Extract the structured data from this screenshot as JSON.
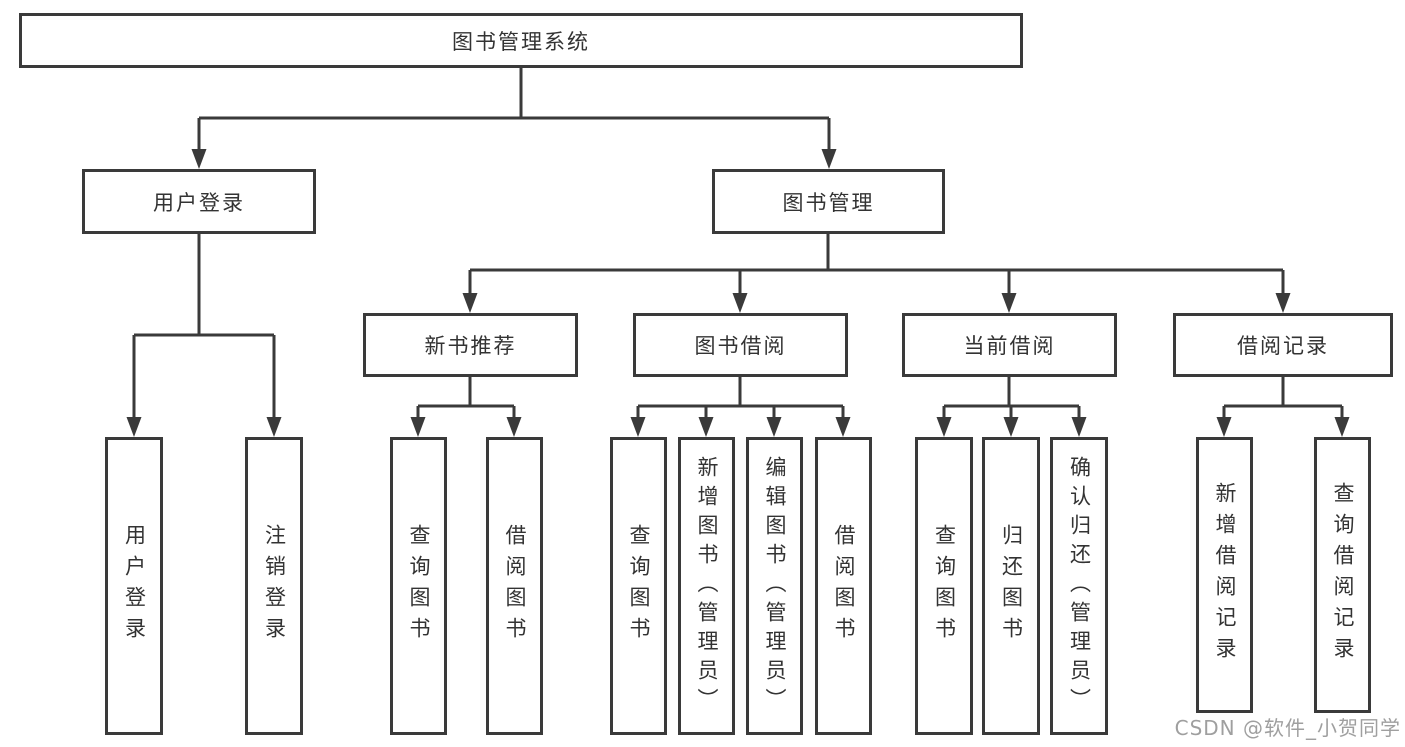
{
  "tree": {
    "root": {
      "label": "图书管理系统",
      "children": [
        {
          "label": "用户登录",
          "children": [
            {
              "label": "用户登录"
            },
            {
              "label": "注销登录"
            }
          ]
        },
        {
          "label": "图书管理",
          "children": [
            {
              "label": "新书推荐",
              "children": [
                {
                  "label": "查询图书"
                },
                {
                  "label": "借阅图书"
                }
              ]
            },
            {
              "label": "图书借阅",
              "children": [
                {
                  "label": "查询图书"
                },
                {
                  "label": "新增图书（管理员）"
                },
                {
                  "label": "编辑图书（管理员）"
                },
                {
                  "label": "借阅图书"
                }
              ]
            },
            {
              "label": "当前借阅",
              "children": [
                {
                  "label": "查询图书"
                },
                {
                  "label": "归还图书"
                },
                {
                  "label": "确认归还（管理员）"
                }
              ]
            },
            {
              "label": "借阅记录",
              "children": [
                {
                  "label": "新增借阅记录"
                },
                {
                  "label": "查询借阅记录"
                }
              ]
            }
          ]
        }
      ]
    }
  },
  "watermark": {
    "text": "CSDN @软件_小贺同学"
  },
  "colors": {
    "line": "#3a3a3a",
    "text": "#333333",
    "background": "#ffffff",
    "watermark": "#9f9f9f"
  }
}
